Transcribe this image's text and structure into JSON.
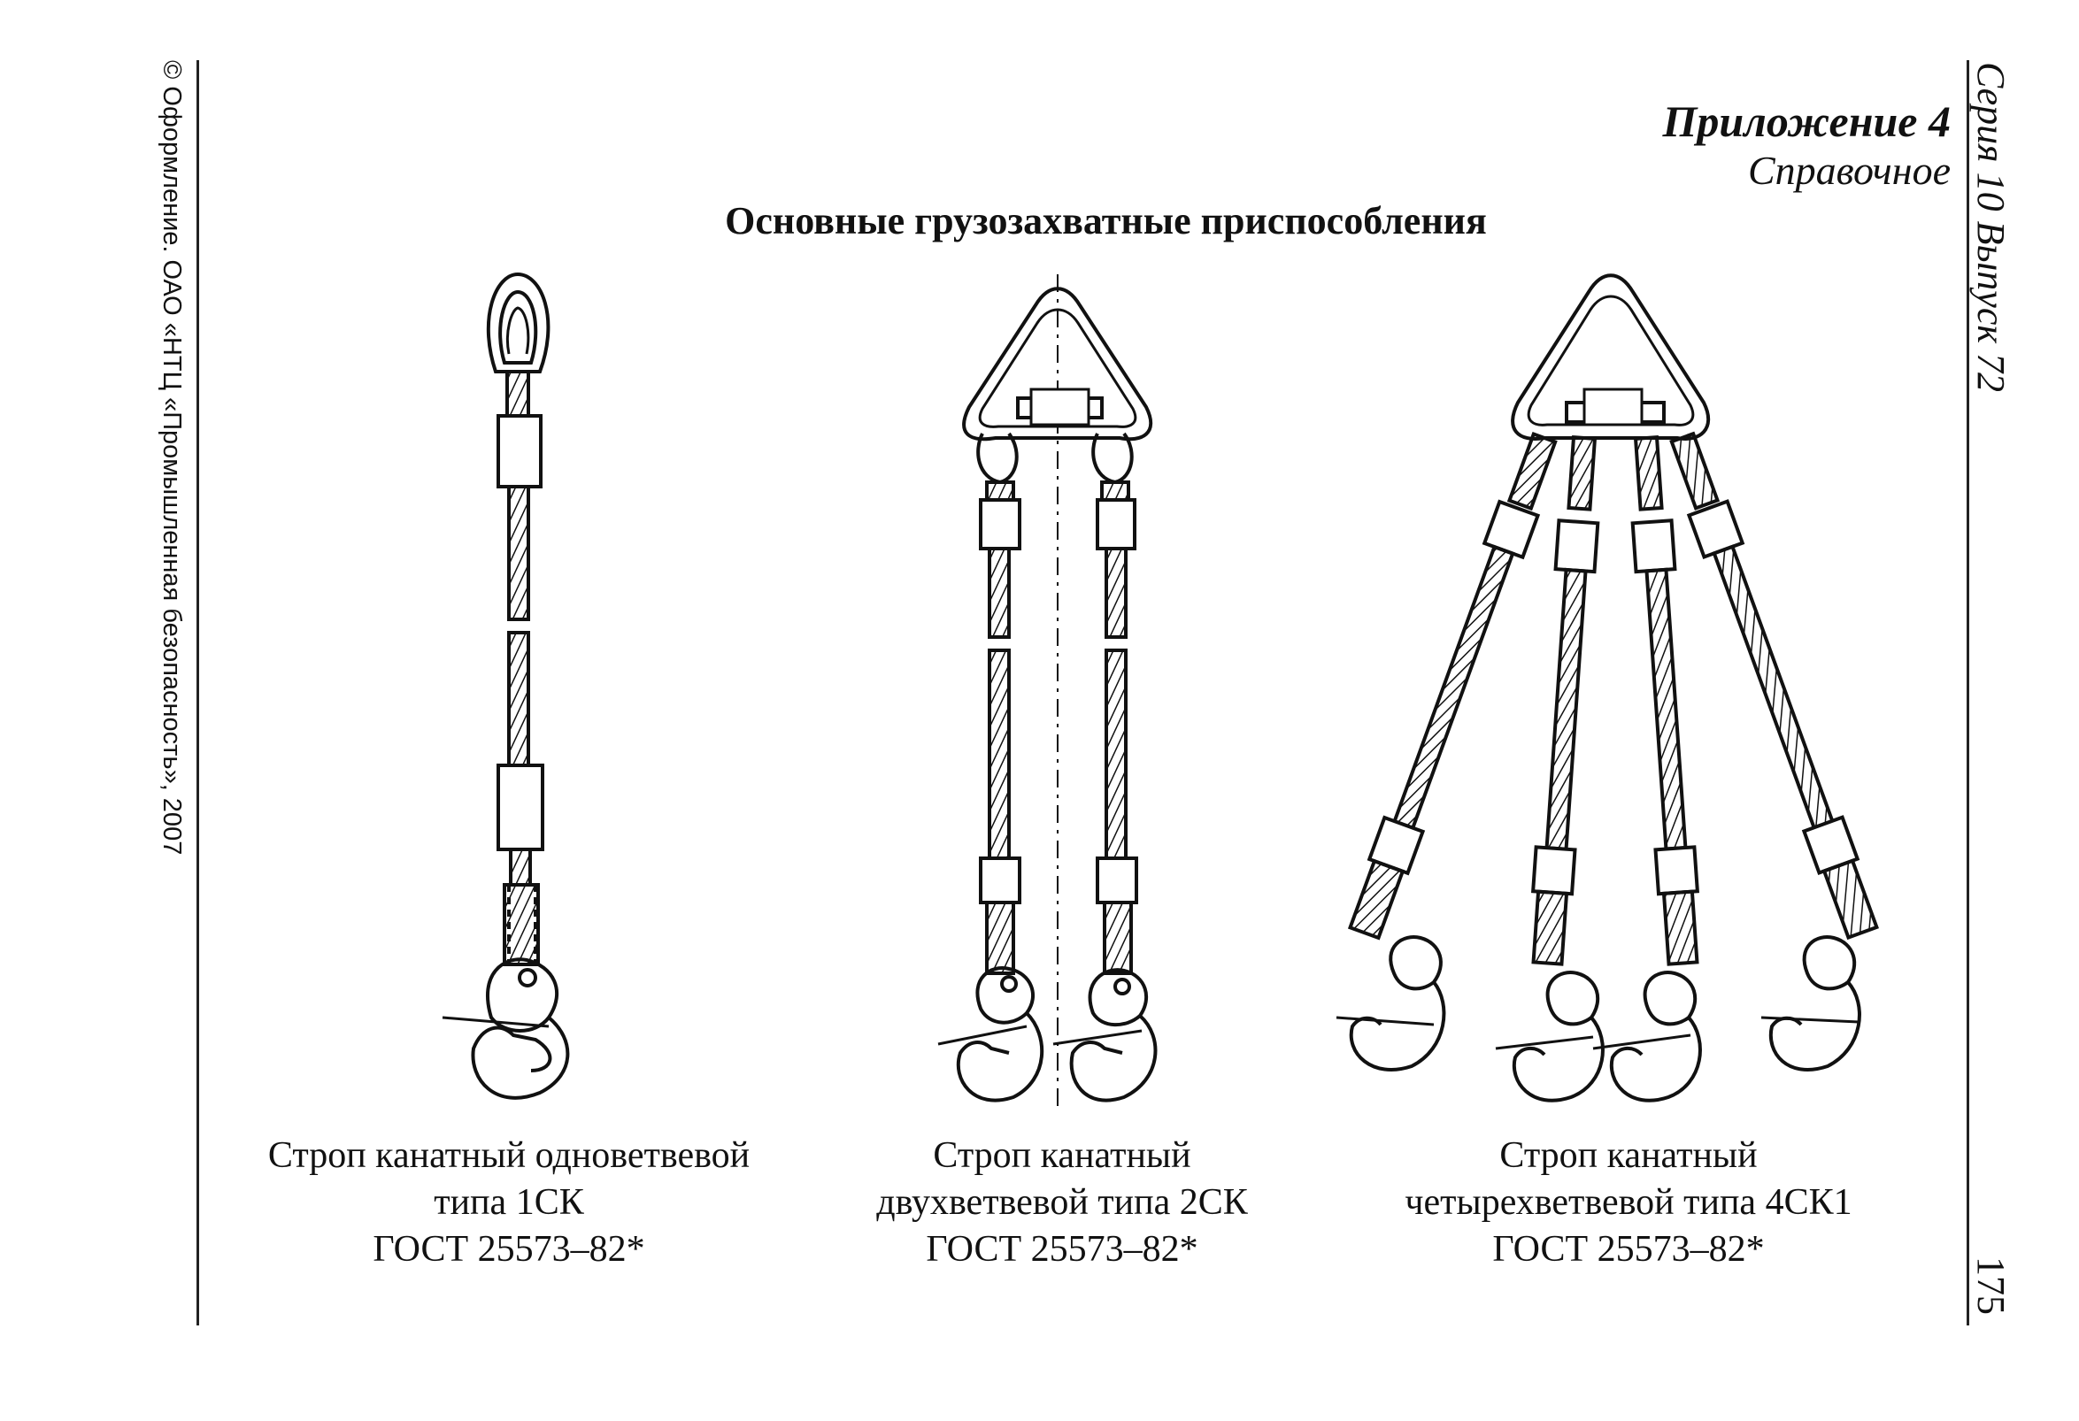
{
  "sidebar_left": {
    "copyright": "© Оформление. ОАО «НТЦ «Промышленная безопасность», 2007"
  },
  "sidebar_right": {
    "series": "Серия 10 Выпуск 72",
    "page_number": "175"
  },
  "header": {
    "appendix": "Приложение 4",
    "reference": "Справочное"
  },
  "title": "Основные грузозахватные приспособления",
  "figures": [
    {
      "name": "1СК",
      "caption": [
        "Строп канатный одноветвевой",
        "типа 1СК",
        "ГОСТ 25573–82*"
      ]
    },
    {
      "name": "2СК",
      "caption": [
        "Строп канатный",
        "двухветвевой типа 2СК",
        "ГОСТ 25573–82*"
      ]
    },
    {
      "name": "4СК1",
      "caption": [
        "Строп канатный",
        "четырехветвевой типа 4СК1",
        "ГОСТ 25573–82*"
      ]
    }
  ]
}
